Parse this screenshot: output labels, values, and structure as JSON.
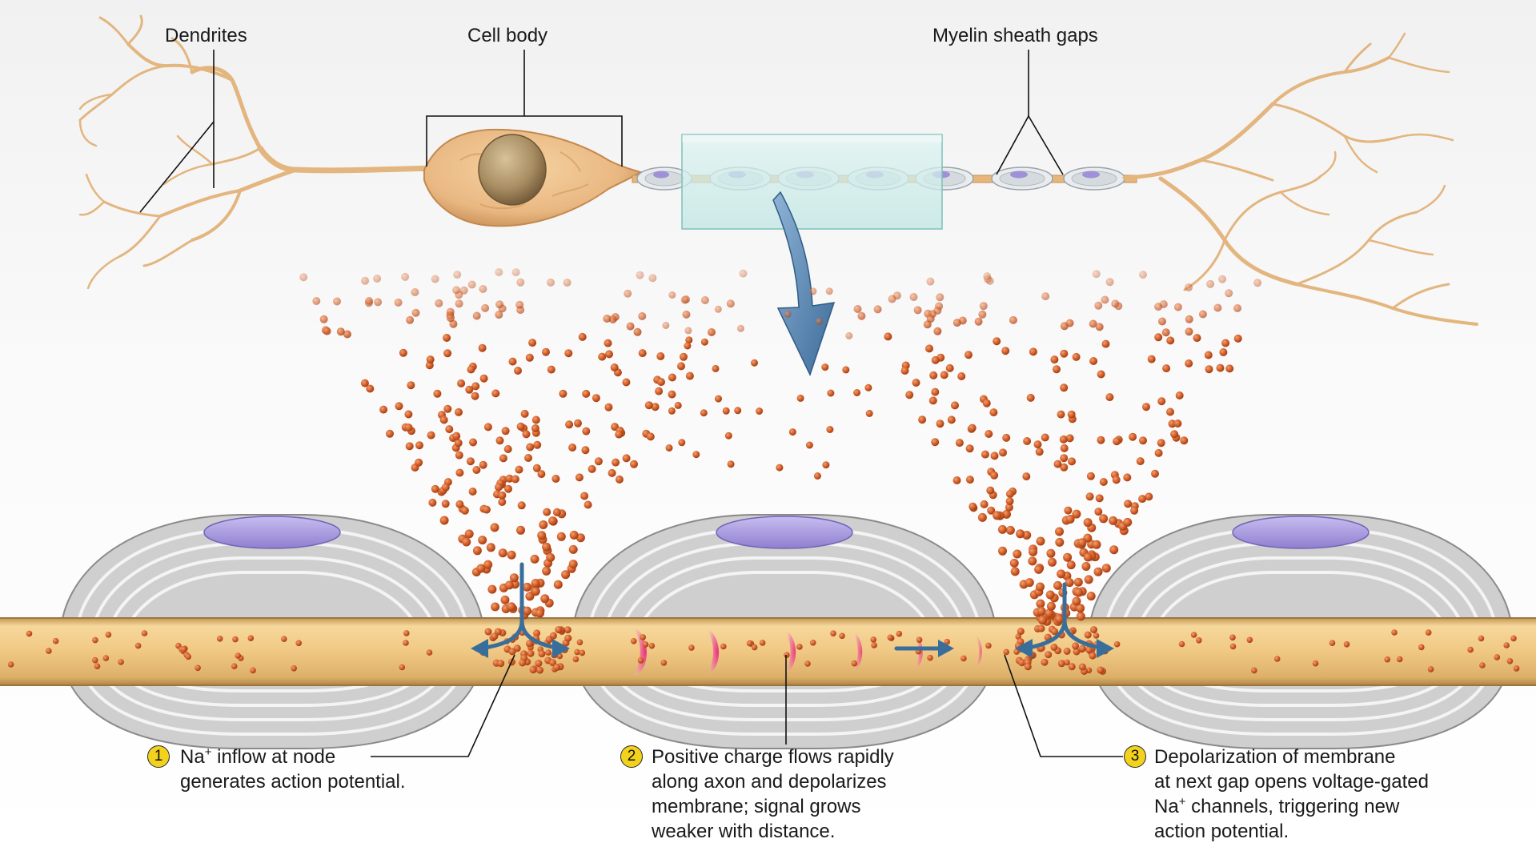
{
  "labels": {
    "dendrites": "Dendrites",
    "cell_body": "Cell body",
    "myelin_gaps": "Myelin sheath gaps"
  },
  "steps": [
    {
      "number": "1",
      "lines": [
        {
          "pre": "Na",
          "sup": "+",
          "post": " inflow at node"
        },
        {
          "pre": "generates action potential.",
          "sup": "",
          "post": ""
        }
      ]
    },
    {
      "number": "2",
      "lines": [
        {
          "pre": "Positive charge flows rapidly",
          "sup": "",
          "post": ""
        },
        {
          "pre": "along axon and depolarizes",
          "sup": "",
          "post": ""
        },
        {
          "pre": "membrane; signal grows",
          "sup": "",
          "post": ""
        },
        {
          "pre": "weaker with distance.",
          "sup": "",
          "post": ""
        }
      ]
    },
    {
      "number": "3",
      "lines": [
        {
          "pre": "Depolarization of membrane",
          "sup": "",
          "post": ""
        },
        {
          "pre": "at next gap opens voltage-gated",
          "sup": "",
          "post": ""
        },
        {
          "pre": "Na",
          "sup": "+",
          "post": " channels, triggering new"
        },
        {
          "pre": "action potential.",
          "sup": "",
          "post": ""
        }
      ]
    }
  ],
  "colors": {
    "axon": "#eec98a",
    "neuron": "#e9b882",
    "myelin": "#c9c9c9",
    "nucleus": "#a99bd8",
    "ion": "#c95a25",
    "arrow": "#3a6e9a",
    "badge": "#f2d21c"
  }
}
